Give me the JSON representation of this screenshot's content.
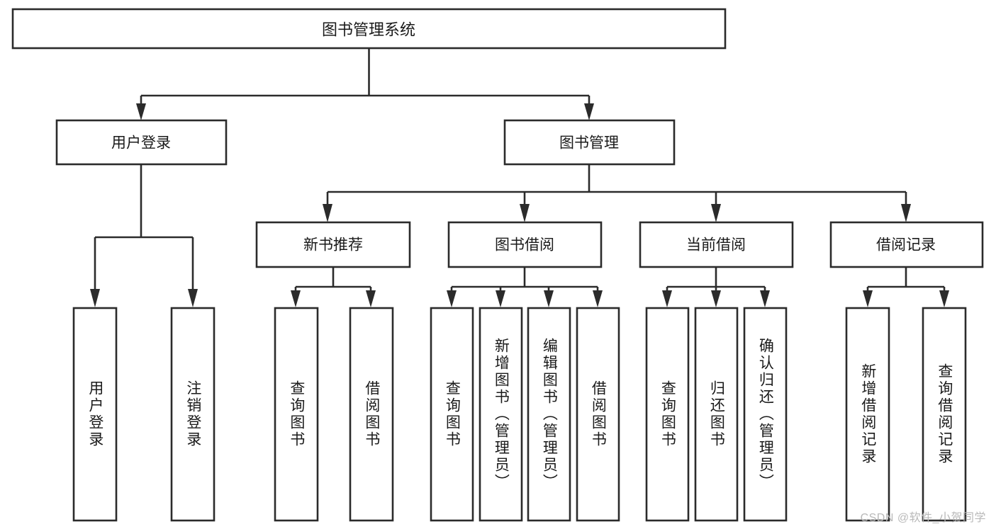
{
  "diagram": {
    "type": "tree-hierarchy-chart",
    "title": "图书管理系统",
    "root": {
      "id": "root",
      "label": "图书管理系统",
      "level": 0
    },
    "level2": [
      {
        "id": "user-login",
        "label": "用户登录"
      },
      {
        "id": "book-manage",
        "label": "图书管理"
      }
    ],
    "level3": [
      {
        "id": "new-book-recommend",
        "label": "新书推荐",
        "parent": "book-manage"
      },
      {
        "id": "book-borrow",
        "label": "图书借阅",
        "parent": "book-manage"
      },
      {
        "id": "current-borrow",
        "label": "当前借阅",
        "parent": "book-manage"
      },
      {
        "id": "borrow-record",
        "label": "借阅记录",
        "parent": "book-manage"
      }
    ],
    "leaves": {
      "user-login": [
        {
          "id": "leaf-user-login",
          "label": "用户登录"
        },
        {
          "id": "leaf-user-logout",
          "label": "注销登录"
        }
      ],
      "new-book-recommend": [
        {
          "id": "leaf-query-book-1",
          "label": "查询图书"
        },
        {
          "id": "leaf-borrow-book-1",
          "label": "借阅图书"
        }
      ],
      "book-borrow": [
        {
          "id": "leaf-query-book-2",
          "label": "查询图书"
        },
        {
          "id": "leaf-add-book",
          "label": "新增图书（管理员）"
        },
        {
          "id": "leaf-edit-book",
          "label": "编辑图书（管理员）"
        },
        {
          "id": "leaf-borrow-book-2",
          "label": "借阅图书"
        }
      ],
      "current-borrow": [
        {
          "id": "leaf-query-book-3",
          "label": "查询图书"
        },
        {
          "id": "leaf-return-book",
          "label": "归还图书"
        },
        {
          "id": "leaf-confirm-return",
          "label": "确认归还（管理员）"
        }
      ],
      "borrow-record": [
        {
          "id": "leaf-add-record",
          "label": "新增借阅记录"
        },
        {
          "id": "leaf-query-record",
          "label": "查询借阅记录"
        }
      ]
    }
  },
  "watermark": {
    "text": "CSDN @软件_小贺同学"
  },
  "colors": {
    "stroke": "#2b2b2b",
    "fill": "#ffffff",
    "text": "#1a1a1a",
    "watermark": "#b9b9b9",
    "background": "#ffffff"
  }
}
